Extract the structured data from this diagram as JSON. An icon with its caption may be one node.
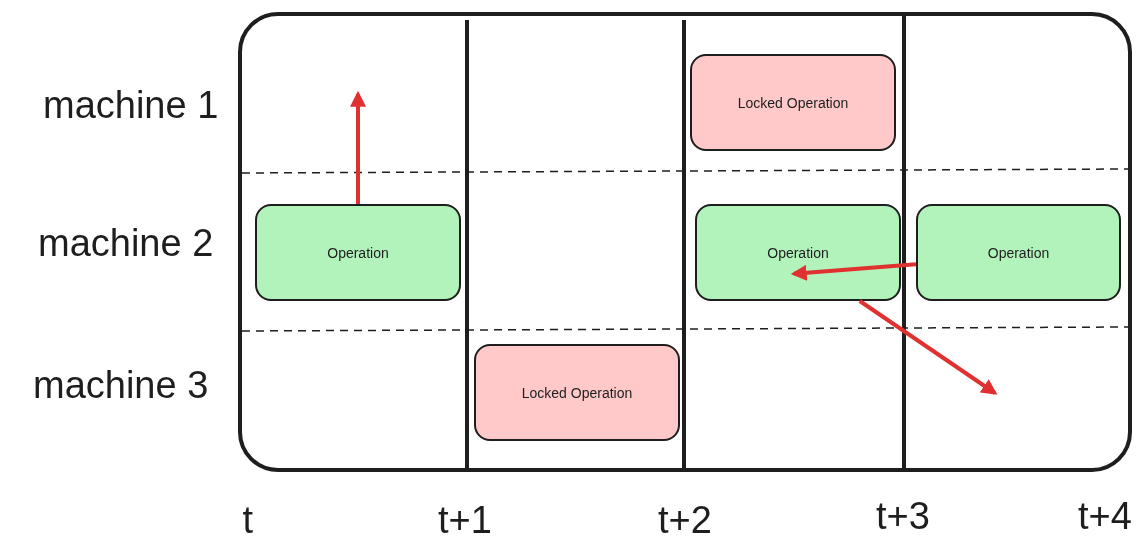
{
  "diagram": {
    "nodes": [
      {
        "text": [],
        "shape": "box"
      },
      {
        "text": [
          "Locked Operation"
        ],
        "in": 0
      },
      {
        "text": [
          "Operation"
        ],
        "in": 0
      },
      {
        "text": [
          "Operation"
        ],
        "in": 0
      },
      {
        "text": [
          "Operation"
        ],
        "in": 0
      },
      {
        "text": [
          "Locked Operation"
        ],
        "in": 0
      }
    ],
    "edges": [
      {
        "from": 2,
        "to": null,
        "arrow": "to"
      },
      {
        "from": 4,
        "to": 3,
        "arrow": "to"
      },
      {
        "from": 3,
        "to": null,
        "arrow": "to"
      }
    ],
    "labels": [
      "machine 1",
      "machine 2",
      "machine 3",
      "t",
      "t+1",
      "t+2",
      "t+3",
      "t+4"
    ]
  }
}
